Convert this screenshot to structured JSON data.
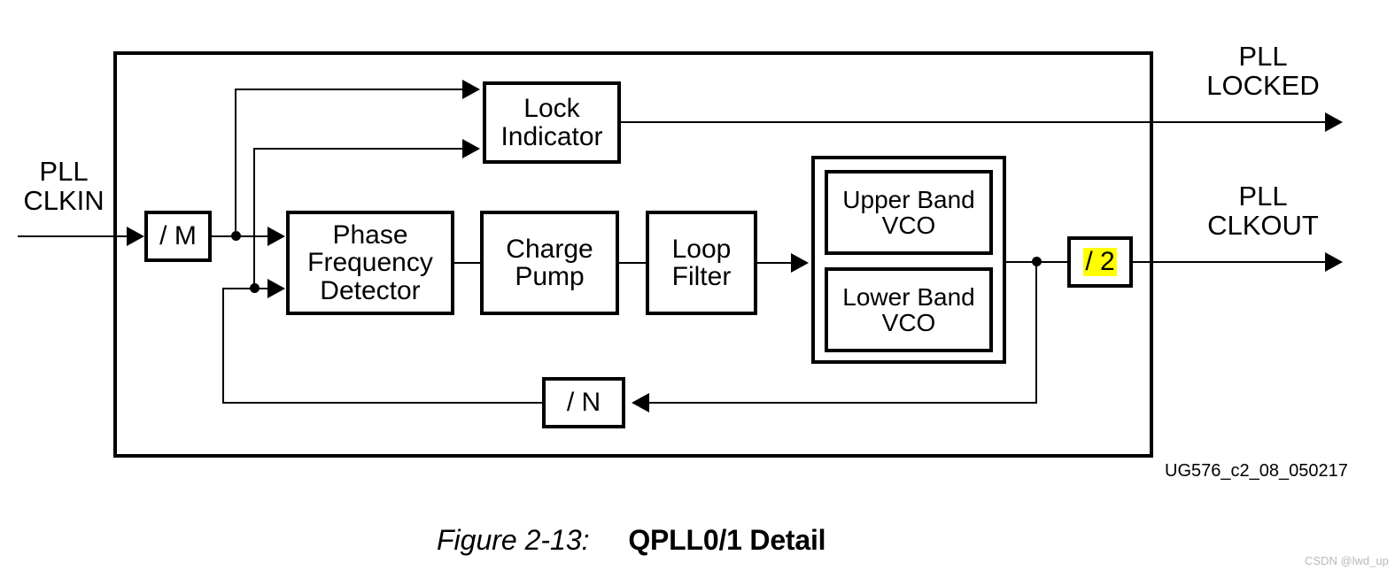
{
  "figure": {
    "caption_prefix": "Figure 2-13:",
    "caption_title": "QPLL0/1 Detail",
    "reference_id": "UG576_c2_08_050217",
    "watermark": "CSDN @lwd_up"
  },
  "diagram": {
    "type": "block-diagram",
    "title": "QPLL0/1 Detail",
    "colors": {
      "line": "#000000",
      "box_fill": "#ffffff",
      "background": "#ffffff",
      "highlight": "#ffff00",
      "watermark": "#b9b9b9"
    },
    "inputs": [
      {
        "id": "pll-clkin",
        "label": "PLL\nCLKIN"
      }
    ],
    "outputs": [
      {
        "id": "pll-locked",
        "label": "PLL\nLOCKED"
      },
      {
        "id": "pll-clkout",
        "label": "PLL\nCLKOUT"
      }
    ],
    "blocks": [
      {
        "id": "m-divider",
        "label": "/ M",
        "highlighted": false
      },
      {
        "id": "lock-indicator",
        "label": "Lock\nIndicator",
        "highlighted": false
      },
      {
        "id": "phase-frequency-detector",
        "label": "Phase\nFrequency\nDetector",
        "highlighted": false
      },
      {
        "id": "charge-pump",
        "label": "Charge\nPump",
        "highlighted": false
      },
      {
        "id": "loop-filter",
        "label": "Loop\nFilter",
        "highlighted": false
      },
      {
        "id": "vco-group",
        "label": "",
        "highlighted": false
      },
      {
        "id": "upper-band-vco",
        "label": "Upper Band\nVCO",
        "highlighted": false
      },
      {
        "id": "lower-band-vco",
        "label": "Lower Band\nVCO",
        "highlighted": false
      },
      {
        "id": "div2",
        "label": "/ 2",
        "highlighted": true
      },
      {
        "id": "n-divider",
        "label": "/ N",
        "highlighted": false
      }
    ],
    "connections": [
      {
        "from": "pll-clkin",
        "to": "m-divider"
      },
      {
        "from": "m-divider",
        "to": "phase-frequency-detector"
      },
      {
        "from": "m-divider",
        "to": "lock-indicator"
      },
      {
        "from": "n-divider",
        "to": "phase-frequency-detector"
      },
      {
        "from": "n-divider",
        "to": "lock-indicator"
      },
      {
        "from": "lock-indicator",
        "to": "pll-locked"
      },
      {
        "from": "phase-frequency-detector",
        "to": "charge-pump"
      },
      {
        "from": "charge-pump",
        "to": "loop-filter"
      },
      {
        "from": "loop-filter",
        "to": "vco-group"
      },
      {
        "from": "vco-group",
        "to": "div2"
      },
      {
        "from": "vco-group",
        "to": "n-divider"
      },
      {
        "from": "div2",
        "to": "pll-clkout"
      }
    ]
  }
}
